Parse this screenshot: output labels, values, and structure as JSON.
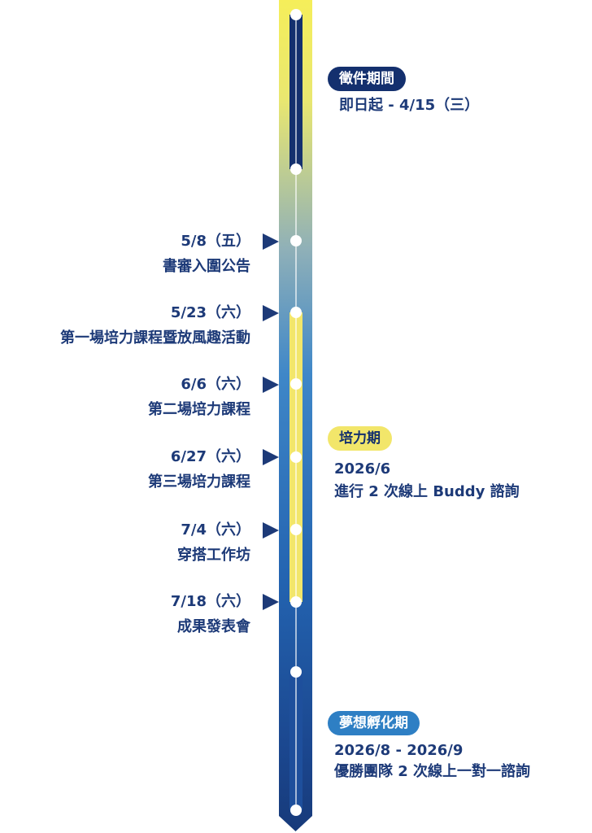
{
  "phases": {
    "call": {
      "label": "徵件期間",
      "line1": "即日起 - 4/15（三）"
    },
    "training": {
      "label": "培力期",
      "line1": "2026/6",
      "line2": "進行 2 次線上 Buddy 諮詢"
    },
    "incubation": {
      "label": "夢想孵化期",
      "line1": "2026/8 - 2026/9",
      "line2": "優勝團隊 2 次線上一對一諮詢"
    }
  },
  "events": [
    {
      "date": "5/8（五）",
      "title": "書審入圍公告"
    },
    {
      "date": "5/23（六）",
      "title": "第一場培力課程暨放風趣活動"
    },
    {
      "date": "6/6（六）",
      "title": "第二場培力課程"
    },
    {
      "date": "6/27（六）",
      "title": "第三場培力課程"
    },
    {
      "date": "7/4（六）",
      "title": "穿搭工作坊"
    },
    {
      "date": "7/18（六）",
      "title": "成果發表會"
    }
  ],
  "colors": {
    "navy": "#14306e",
    "yellow": "#f2e66a",
    "blue": "#2e7fc4",
    "text": "#1d3a78"
  }
}
